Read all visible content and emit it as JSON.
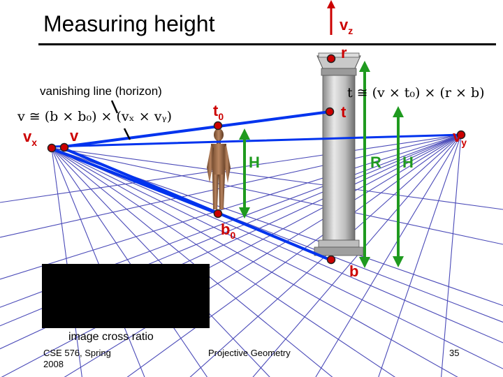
{
  "title": "Measuring height",
  "horizon_label": "vanishing line (horizon)",
  "formula_v": "v ≅ (b × b₀) × (vₓ × vᵧ)",
  "formula_t": "t ≅ (v × t₀) × (r × b)",
  "points": {
    "vx": {
      "main": "v",
      "sub": "x"
    },
    "v": "v",
    "vy": {
      "main": "v",
      "sub": "y"
    },
    "vz": {
      "main": "v",
      "sub": "z"
    },
    "r": "r",
    "t0": {
      "main": "t",
      "sub": "0"
    },
    "t": "t",
    "b0": {
      "main": "b",
      "sub": "0"
    },
    "b": "b"
  },
  "heights": {
    "H_left": "H",
    "R": "R",
    "H_right": "H"
  },
  "caption": "image cross ratio",
  "footer": {
    "course_line1": "CSE 576, Spring",
    "course_line2": "2008",
    "topic": "Projective Geometry",
    "page": "35"
  },
  "colors": {
    "points": "#cc0000",
    "construction_lines": "#0033ee",
    "height_arrows": "#1f9a1f",
    "grid": "#4a4ab8"
  }
}
